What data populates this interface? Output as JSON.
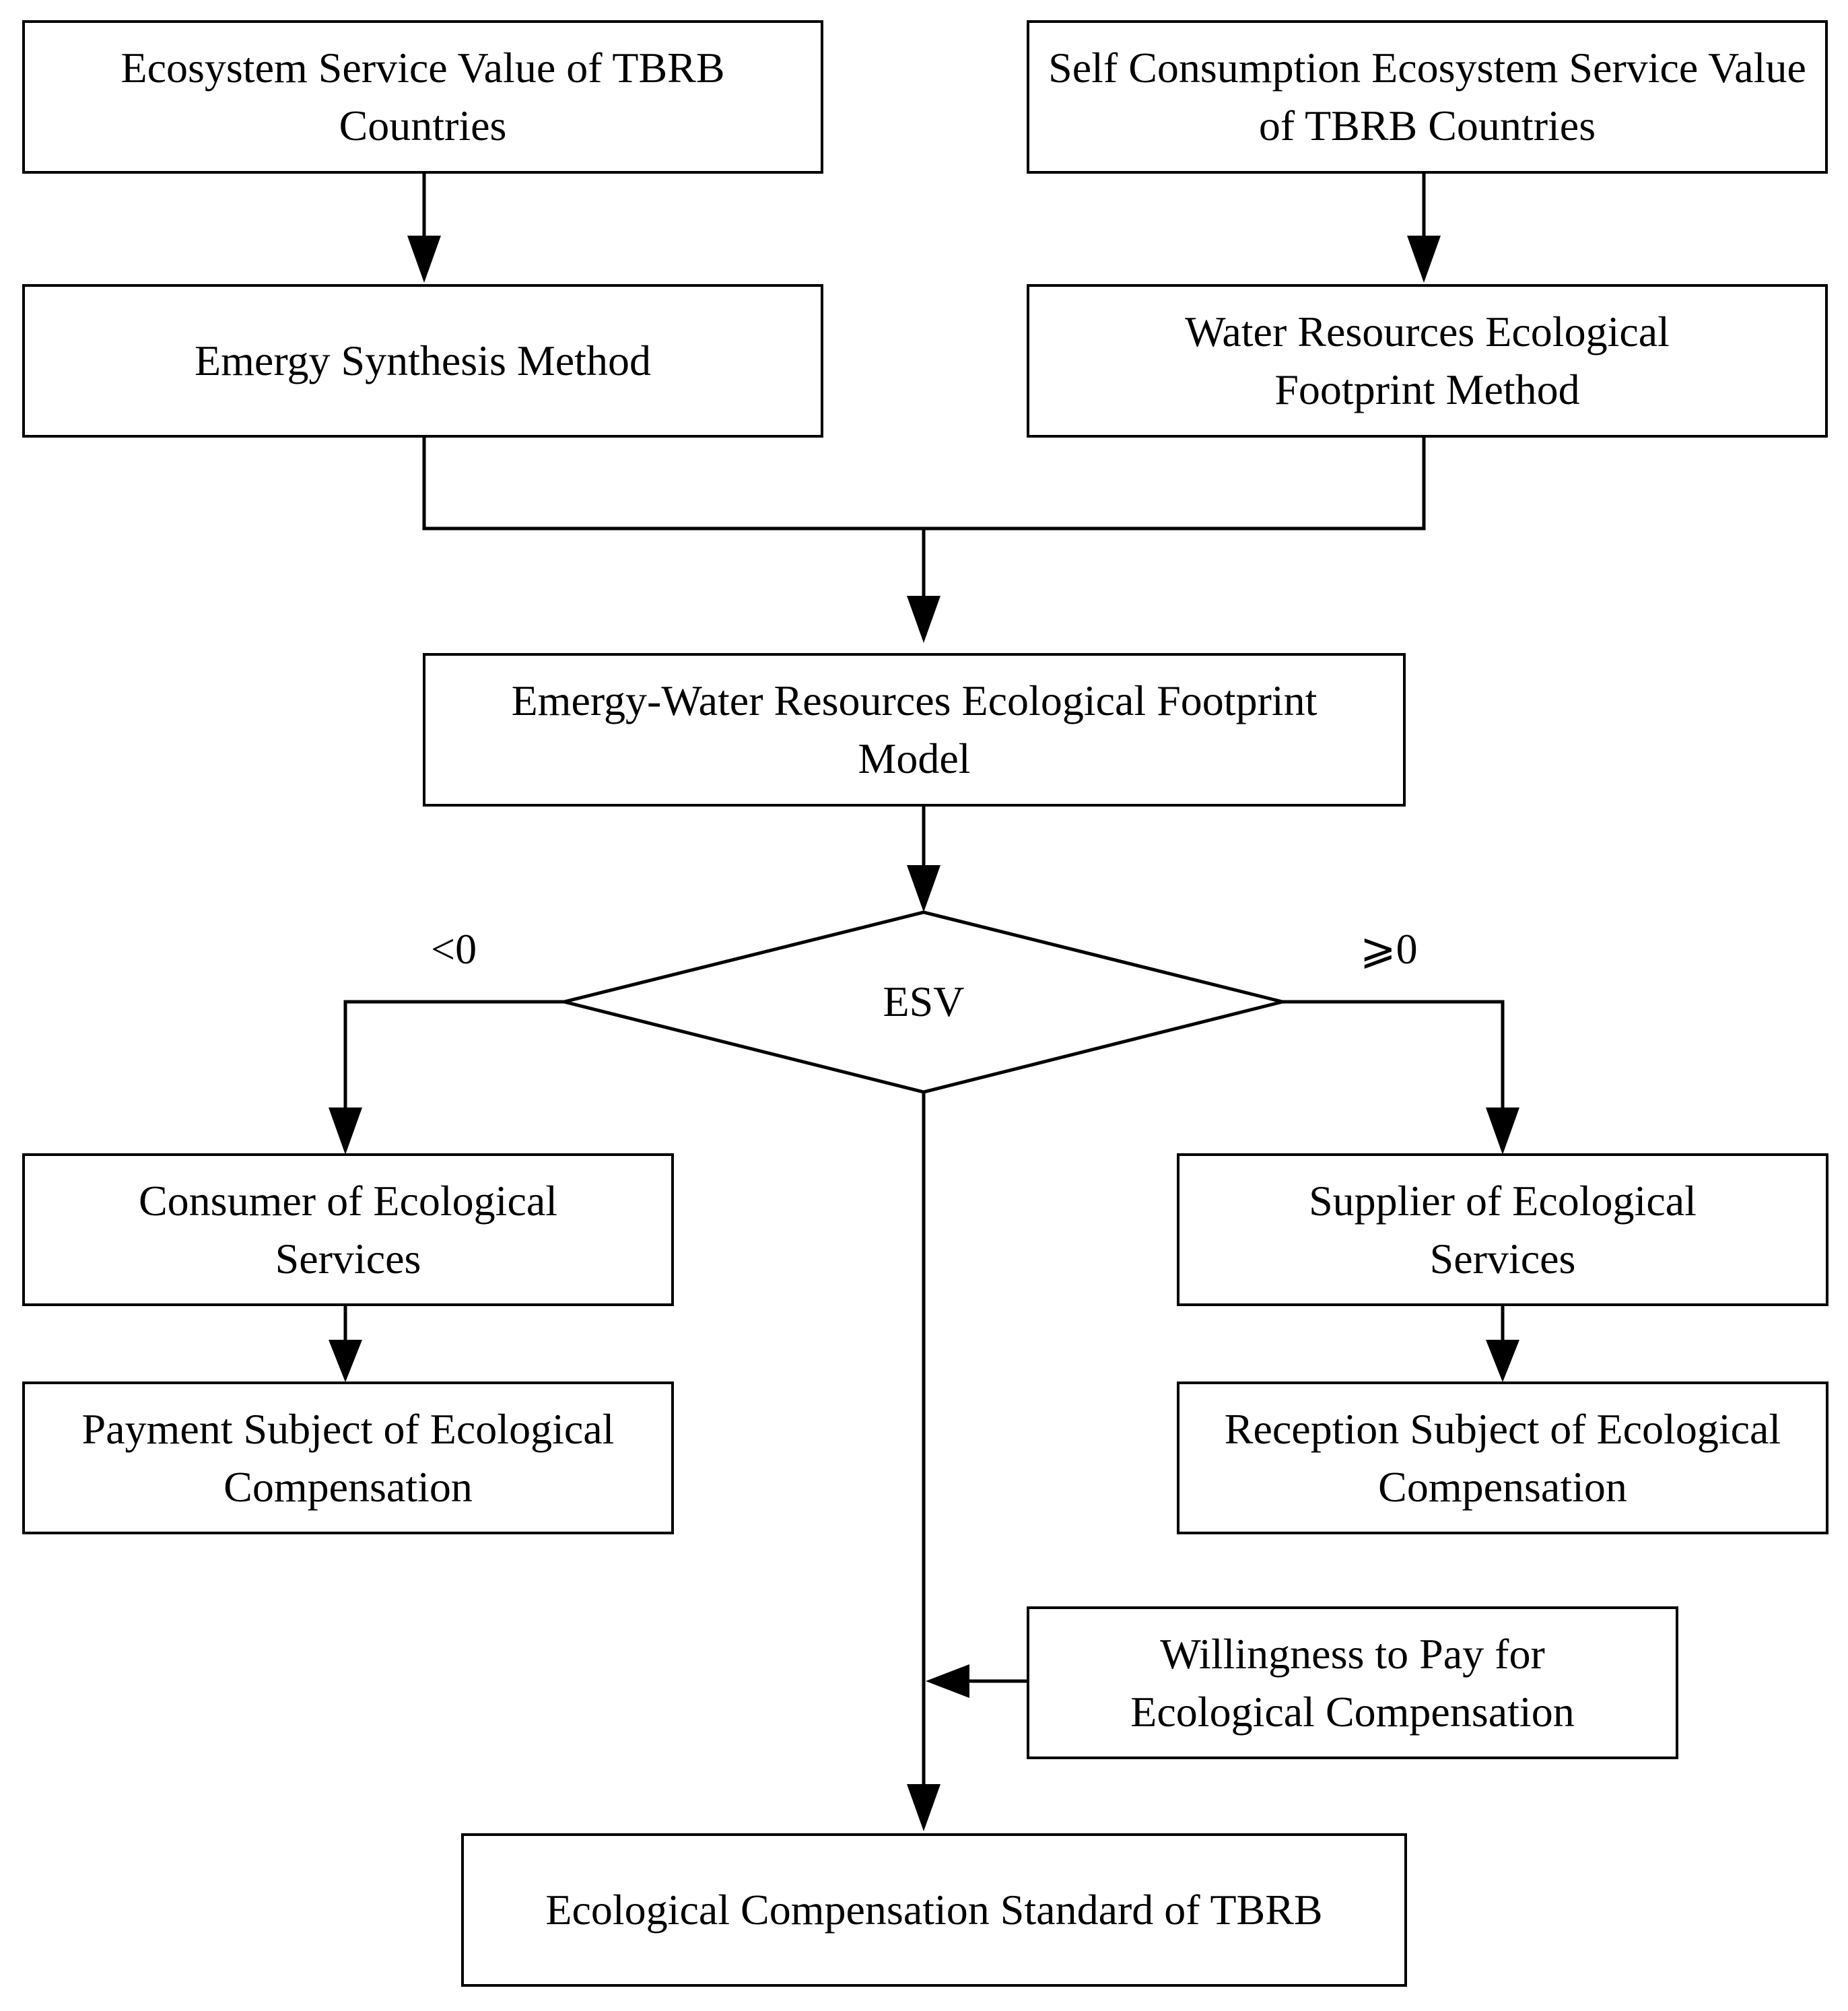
{
  "nodes": {
    "esv_tbrb": "Ecosystem Service Value of TBRB Countries",
    "self_consumption": "Self Consumption Ecosystem Service Value of TBRB Countries",
    "emergy_synthesis": "Emergy Synthesis Method",
    "water_footprint": "Water Resources Ecological Footprint Method",
    "emergy_water_model": "Emergy-Water Resources Ecological Footprint Model",
    "decision": "ESV",
    "consumer": "Consumer of Ecological Services",
    "supplier": "Supplier of Ecological Services",
    "payment_subject": "Payment Subject of Ecological Compensation",
    "reception_subject": "Reception Subject of Ecological Compensation",
    "willingness": "Willingness to Pay for Ecological Compensation",
    "standard": "Ecological Compensation Standard of TBRB"
  },
  "branches": {
    "negative": "<0",
    "non_negative": "⩾0"
  },
  "colors": {
    "stroke": "#000000",
    "fill": "#ffffff"
  }
}
